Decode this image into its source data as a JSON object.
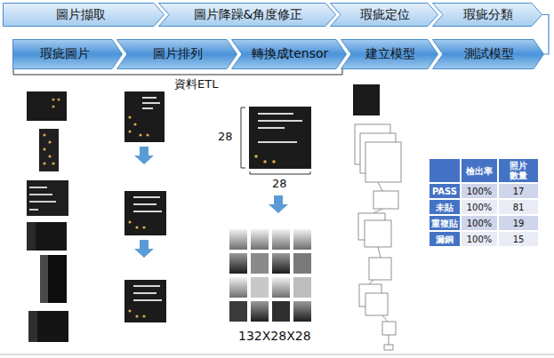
{
  "diagram": {
    "nodes": [
      {
        "text": [
          "圖片擷取"
        ]
      },
      {
        "text": [
          "圖片降躁&角度修正"
        ]
      },
      {
        "text": [
          "瑕疵定位"
        ]
      },
      {
        "text": [
          "瑕疵分類"
        ]
      },
      {
        "text": [
          "瑕疵圖片"
        ]
      },
      {
        "text": [
          "圖片排列"
        ]
      },
      {
        "text": [
          "轉換成tensor"
        ]
      },
      {
        "text": [
          "建立模型"
        ]
      },
      {
        "text": [
          "測試模型"
        ]
      }
    ],
    "edges": [
      {
        "from": 3,
        "to": 8,
        "arrow": "none"
      }
    ],
    "labels": [
      "資料ETL",
      "28",
      "28",
      "132X28X28",
      "檢出率",
      "照片數量",
      "PASS",
      "100%",
      "17",
      "未貼",
      "100%",
      "81",
      "重複貼",
      "100%",
      "19",
      "漏銅",
      "100%",
      "15"
    ]
  }
}
